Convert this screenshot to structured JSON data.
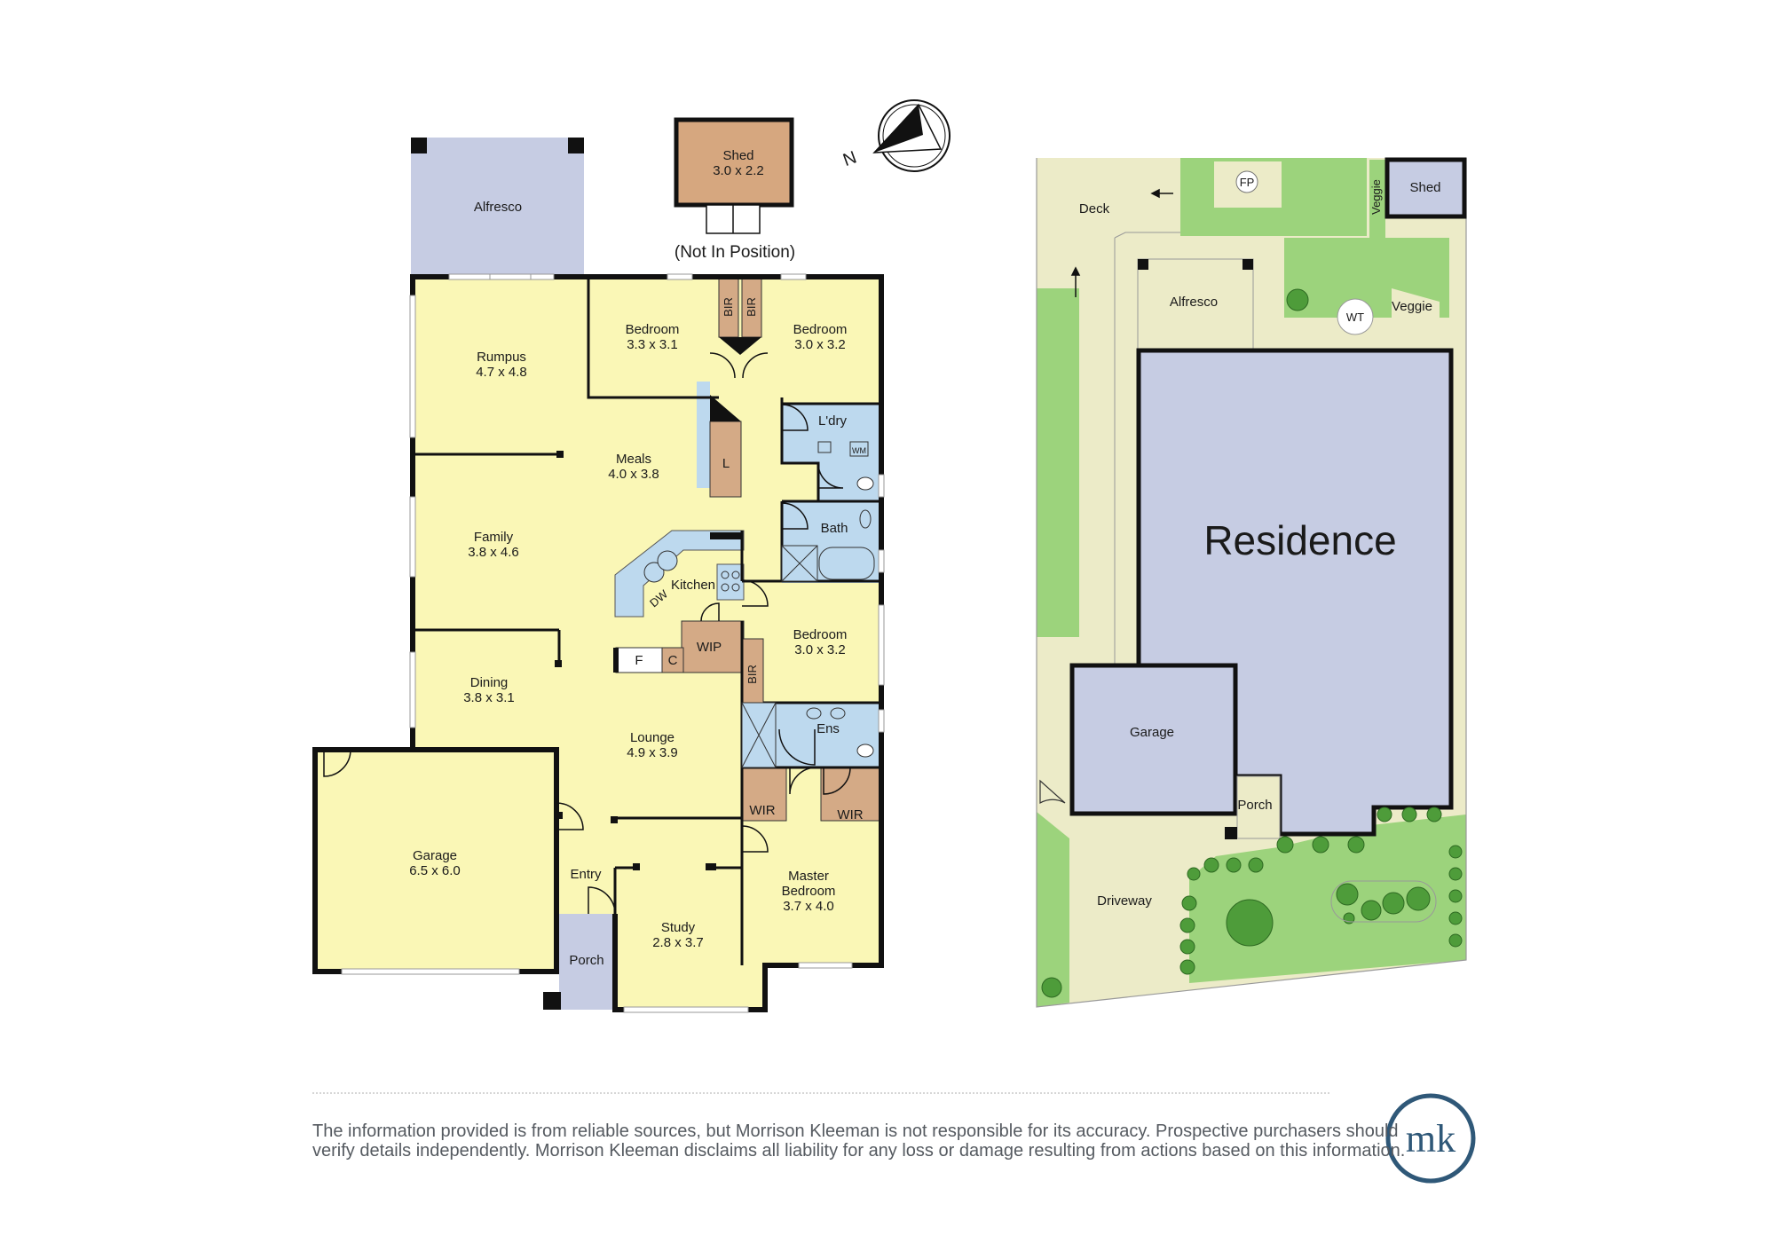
{
  "floor_plan": {
    "rooms": {
      "shed": {
        "name": "Shed",
        "size": "3.0 x 2.2"
      },
      "shed_note": "(Not In Position)",
      "alfresco": {
        "name": "Alfresco"
      },
      "rumpus": {
        "name": "Rumpus",
        "size": "4.7 x 4.8"
      },
      "bedroom_a": {
        "name": "Bedroom",
        "size": "3.3 x 3.1"
      },
      "bedroom_b": {
        "name": "Bedroom",
        "size": "3.0 x 3.2"
      },
      "meals": {
        "name": "Meals",
        "size": "4.0 x 3.8"
      },
      "family": {
        "name": "Family",
        "size": "3.8 x 4.6"
      },
      "laundry": {
        "name": "L'dry"
      },
      "bath": {
        "name": "Bath"
      },
      "kitchen": {
        "name": "Kitchen"
      },
      "bedroom_c": {
        "name": "Bedroom",
        "size": "3.0 x 3.2"
      },
      "dining": {
        "name": "Dining",
        "size": "3.8 x 3.1"
      },
      "lounge": {
        "name": "Lounge",
        "size": "4.9 x 3.9"
      },
      "ensuite": {
        "name": "Ens"
      },
      "garage": {
        "name": "Garage",
        "size": "6.5 x 6.0"
      },
      "entry": {
        "name": "Entry"
      },
      "porch": {
        "name": "Porch"
      },
      "study": {
        "name": "Study",
        "size": "2.8 x 3.7"
      },
      "master": {
        "name": "Master",
        "name2": "Bedroom",
        "size": "3.7 x 4.0"
      }
    },
    "fixtures": {
      "bir": "BIR",
      "wir": "WIR",
      "wip": "WIP",
      "linen": "L",
      "fridge": "F",
      "cupboard": "C",
      "dishwasher": "DW",
      "washing_machine": "WM"
    },
    "compass": {
      "label": "N"
    }
  },
  "site_plan": {
    "residence": "Residence",
    "garage": "Garage",
    "porch": "Porch",
    "driveway": "Driveway",
    "deck": "Deck",
    "alfresco": "Alfresco",
    "shed": "Shed",
    "veggie_top": "Veggie",
    "veggie_side": "Veggie",
    "fp": "FP",
    "wt": "WT"
  },
  "footer": {
    "disclaimer_line1": "The information provided is from reliable sources, but Morrison Kleeman is not responsible for its accuracy. Prospective purchasers should",
    "disclaimer_line2": "verify details independently. Morrison Kleeman disclaims all liability for any loss or damage resulting from actions based on this information.",
    "logo_text": "mk"
  },
  "colors": {
    "interior": "#faf7b6",
    "wet_area": "#bdd9ee",
    "alfresco": "#c6cce3",
    "shed": "#d6a77f",
    "storage": "#d4aa86",
    "lawn": "#9cd37c",
    "paving": "#ecebc8",
    "residence": "#c6cce3",
    "wall": "#111111",
    "logo": "#2f5878"
  }
}
